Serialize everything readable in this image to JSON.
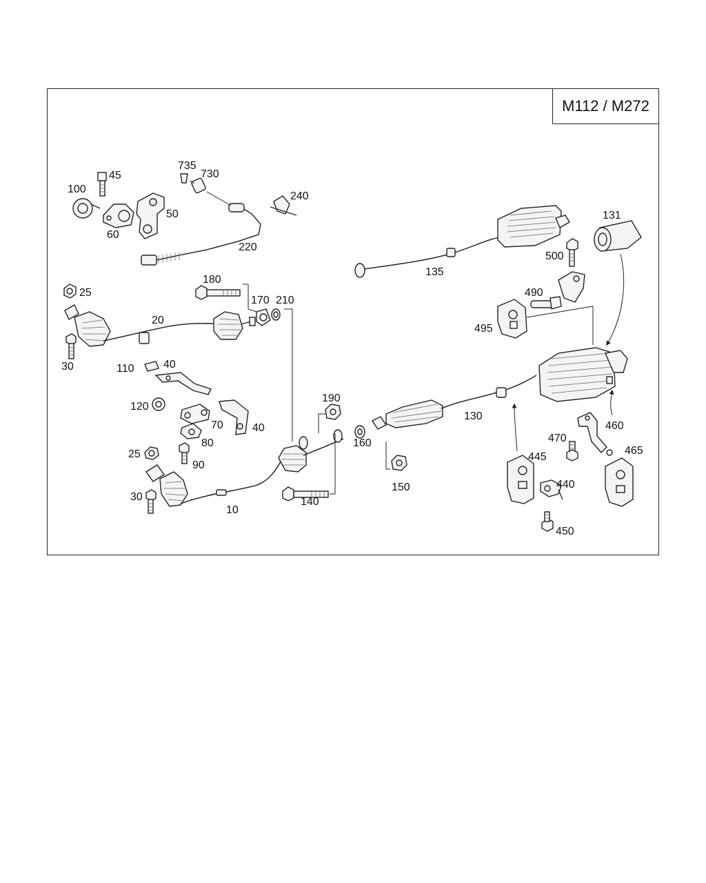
{
  "header": {
    "model": "M112 / M272"
  },
  "callouts": {
    "c735": "735",
    "c730": "730",
    "c45": "45",
    "c100": "100",
    "c240": "240",
    "c50": "50",
    "c60": "60",
    "c220": "220",
    "c135": "135",
    "c131": "131",
    "c500": "500",
    "c180": "180",
    "c25a": "25",
    "c170": "170",
    "c210": "210",
    "c20": "20",
    "c490": "490",
    "c495": "495",
    "c30a": "30",
    "c110": "110",
    "c40a": "40",
    "c120": "120",
    "c190": "190",
    "c130": "130",
    "c70": "70",
    "c40b": "40",
    "c460": "460",
    "c80": "80",
    "c160": "160",
    "c470": "470",
    "c25b": "25",
    "c90": "90",
    "c445": "445",
    "c465": "465",
    "c150": "150",
    "c440": "440",
    "c30b": "30",
    "c140": "140",
    "c10": "10",
    "c450": "450"
  }
}
